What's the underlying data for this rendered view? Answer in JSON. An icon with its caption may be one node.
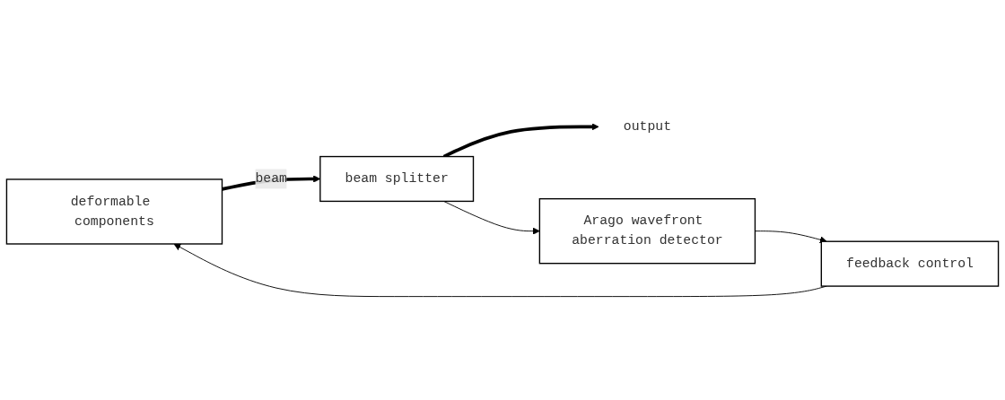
{
  "diagram": {
    "nodes": [
      {
        "text": [
          "deformable components"
        ]
      },
      {
        "text": [
          "beam splitter"
        ]
      },
      {
        "text": [
          "output"
        ]
      },
      {
        "text": [
          "Arago wavefront aberration detector"
        ]
      },
      {
        "text": [
          "feedback control"
        ]
      }
    ],
    "edges": [
      {
        "from": 0,
        "to": 1,
        "arrow": "to",
        "label": "beam",
        "style": "thick"
      },
      {
        "from": 1,
        "to": 2,
        "arrow": "to",
        "style": "thick"
      },
      {
        "from": 1,
        "to": 3,
        "arrow": "to"
      },
      {
        "from": 3,
        "to": 4,
        "arrow": "to"
      },
      {
        "from": 4,
        "to": 0,
        "arrow": "to"
      }
    ]
  }
}
